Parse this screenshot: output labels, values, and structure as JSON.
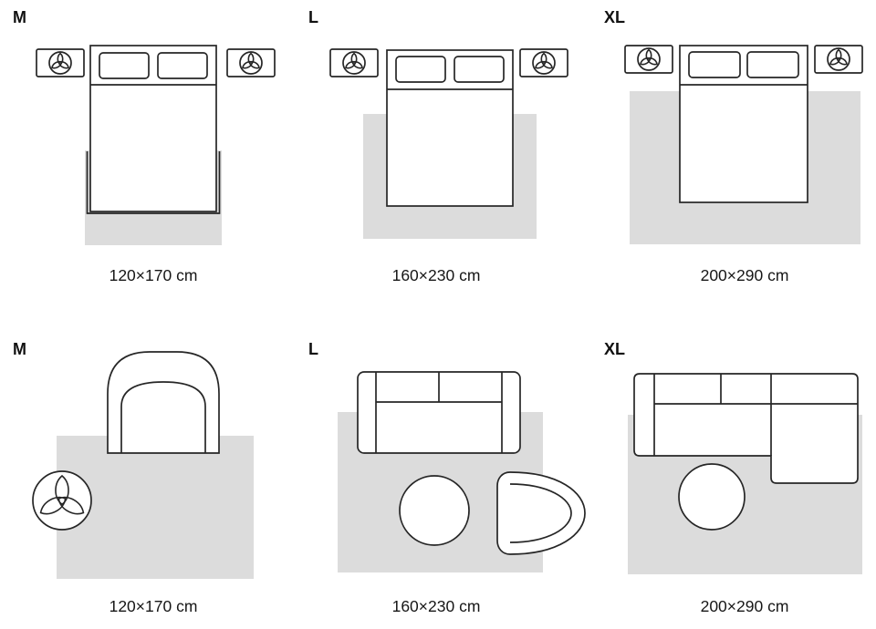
{
  "styles": {
    "rug_color": "#dcdcdc",
    "outline_color": "#262626",
    "text_color": "#111111",
    "background": "#ffffff"
  },
  "icons": {
    "plant": "plant-icon"
  },
  "rows": [
    {
      "room": "bedroom",
      "panels": [
        {
          "size_label": "M",
          "dimensions": "120×170 cm"
        },
        {
          "size_label": "L",
          "dimensions": "160×230 cm"
        },
        {
          "size_label": "XL",
          "dimensions": "200×290 cm"
        }
      ]
    },
    {
      "room": "living-room",
      "panels": [
        {
          "size_label": "M",
          "dimensions": "120×170 cm"
        },
        {
          "size_label": "L",
          "dimensions": "160×230 cm"
        },
        {
          "size_label": "XL",
          "dimensions": "200×290 cm"
        }
      ]
    }
  ]
}
